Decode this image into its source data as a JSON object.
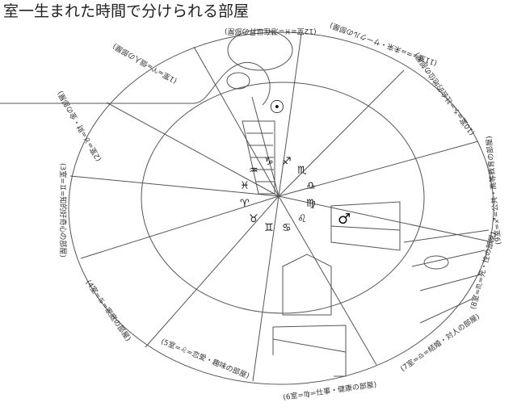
{
  "title": "室一生まれた時間で分けられる部屋",
  "houses": [
    {
      "label": "(1室=♈=個人の部屋)",
      "sign": "♈"
    },
    {
      "label": "(2室=♉=財・金の部屋)",
      "sign": "♉"
    },
    {
      "label": "(3室=♊=知的好奇心の部屋)",
      "sign": "♊"
    },
    {
      "label": "(4室=♋=家庭の部屋)",
      "sign": "♋"
    },
    {
      "label": "(5室=♌=恋愛・趣味の部屋)",
      "sign": "♌"
    },
    {
      "label": "(6室=♍=仕事・健康の部屋)",
      "sign": "♍"
    },
    {
      "label": "(7室=♎=結婚・対人の部屋)",
      "sign": "♎"
    },
    {
      "label": "(8室=♏=死・性の部屋)",
      "sign": "♏"
    },
    {
      "label": "(9室=♐=公共・高等教育の部屋)",
      "sign": "♐"
    },
    {
      "label": "(10室=♑=社会的地位の部屋)",
      "sign": "♑"
    },
    {
      "label": "(11室=♒=未来・サークルの部屋)",
      "sign": "♒"
    },
    {
      "label": "(12室=♓=潜在世界の部屋)",
      "sign": "♓"
    }
  ],
  "planets": {
    "sun": "☉",
    "mars": "♂"
  }
}
